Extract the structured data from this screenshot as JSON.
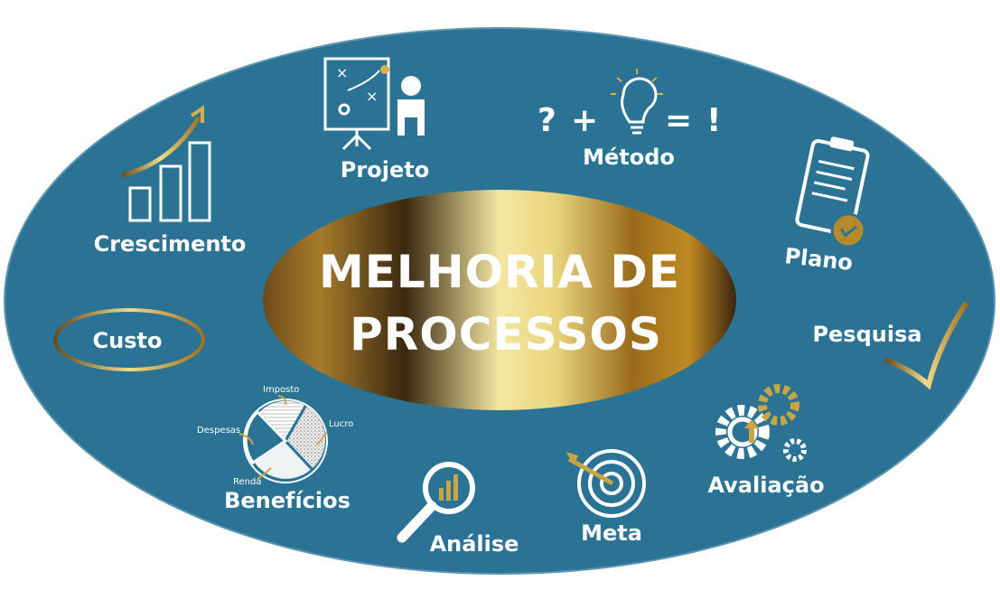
{
  "title": {
    "line1": "MELHORIA DE",
    "line2": "PROCESSOS"
  },
  "items": {
    "crescimento": "Crescimento",
    "projeto": "Projeto",
    "metodo": "Método",
    "plano": "Plano",
    "pesquisa": "Pesquisa",
    "avaliacao": "Avaliação",
    "meta": "Meta",
    "analise": "Análise",
    "beneficios": "Benefícios",
    "custo": "Custo"
  },
  "equation": {
    "q": "?",
    "plus": "+",
    "eq": "=",
    "ex": "!"
  },
  "pie_labels": {
    "imposto": "Imposto",
    "lucro": "Lucro",
    "despesas": "Despesas",
    "renda": "Renda"
  },
  "colors": {
    "background": "#2b7394",
    "gold": "#c9a544",
    "text": "#ffffff"
  }
}
